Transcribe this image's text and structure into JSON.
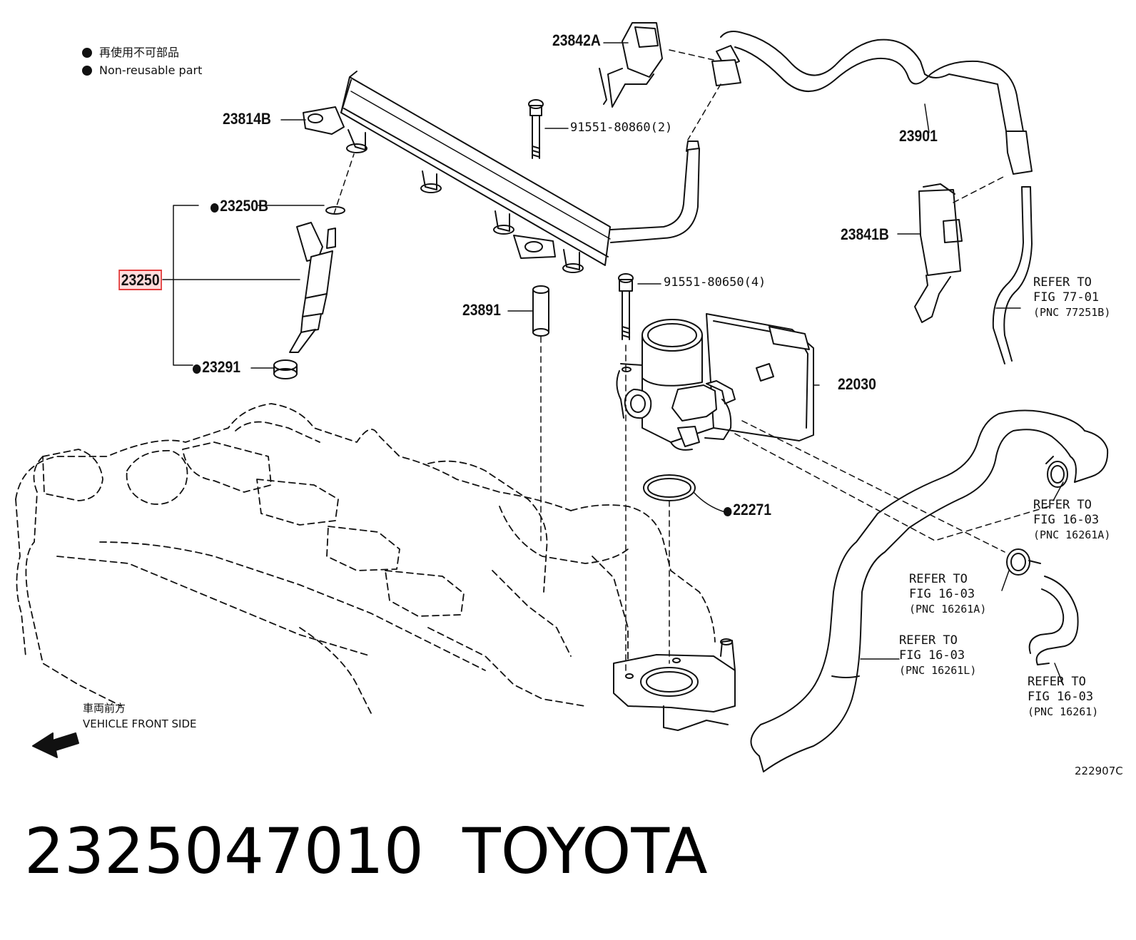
{
  "legend": {
    "jp": "再使用不可部品",
    "en": "Non-reusable part"
  },
  "parts": {
    "p23842a": "23842A",
    "p23814b": "23814B",
    "p91551_80860": "91551-80860(2)",
    "p23901": "23901",
    "p23250b": "23250B",
    "p23250": "23250",
    "p23841b": "23841B",
    "p23891": "23891",
    "p91551_80650": "91551-80650(4)",
    "p23291": "23291",
    "p22030": "22030",
    "p22271": "22271"
  },
  "refs": {
    "r77_01": {
      "line1": "REFER TO",
      "line2": "FIG 77-01",
      "line3": "(PNC 77251B)"
    },
    "r16_03a": {
      "line1": "REFER TO",
      "line2": "FIG 16-03",
      "line3": "(PNC 16261A)"
    },
    "r16_03a2": {
      "line1": "REFER TO",
      "line2": "FIG 16-03",
      "line3": "(PNC 16261A)"
    },
    "r16_03l": {
      "line1": "REFER TO",
      "line2": "FIG 16-03",
      "line3": "(PNC 16261L)"
    },
    "r16_03": {
      "line1": "REFER TO",
      "line2": "FIG 16-03",
      "line3": "(PNC 16261)"
    }
  },
  "front": {
    "jp": "車両前方",
    "en": "VEHICLE FRONT SIDE"
  },
  "diagram_code": "222907C",
  "footer": {
    "part_number": "2325047010",
    "brand": "TOYOTA"
  },
  "colors": {
    "highlight": "#e23a3a",
    "ink": "#111111"
  }
}
